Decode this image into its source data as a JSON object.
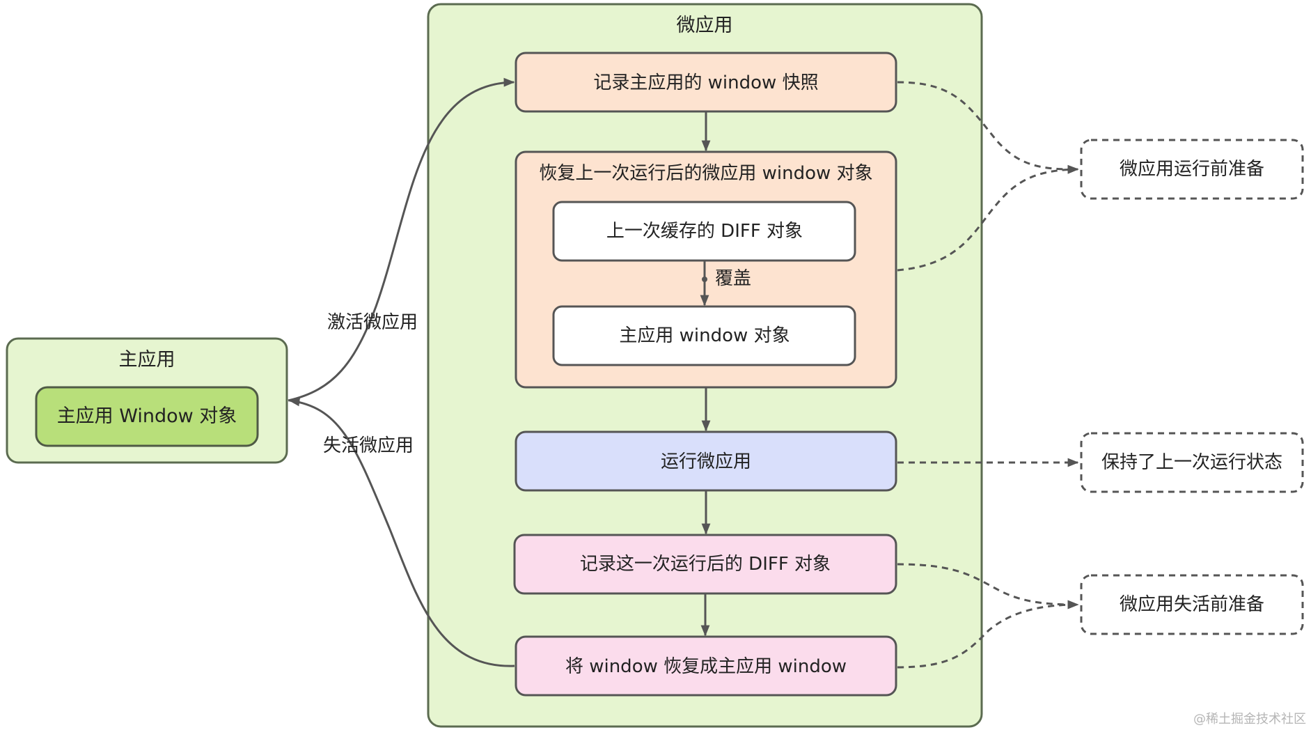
{
  "colors": {
    "container_fill": "#e6f5d0",
    "container_stroke": "#5b6b50",
    "main_object_fill": "#b8df7a",
    "snapshot_fill": "#fde3d0",
    "run_fill": "#d9dffb",
    "pink_fill": "#fbdcec",
    "white_fill": "#ffffff",
    "line_color": "#555555"
  },
  "main_app": {
    "title": "主应用",
    "object_label": "主应用 Window 对象"
  },
  "micro_app": {
    "title": "微应用",
    "step_snapshot": "记录主应用的 window 快照",
    "step_restore": "恢复上一次运行后的微应用 window 对象",
    "inner_diff": "上一次缓存的 DIFF 对象",
    "inner_override": "覆盖",
    "inner_main_window": "主应用 window 对象",
    "step_run": "运行微应用",
    "step_record_diff": "记录这一次运行后的 DIFF 对象",
    "step_restore_main": "将 window 恢复成主应用 window"
  },
  "edges": {
    "activate": "激活微应用",
    "deactivate": "失活微应用"
  },
  "side_notes": {
    "prepare_run": "微应用运行前准备",
    "keep_state": "保持了上一次运行状态",
    "prepare_deactivate": "微应用失活前准备"
  },
  "watermark": "@稀土掘金技术社区"
}
